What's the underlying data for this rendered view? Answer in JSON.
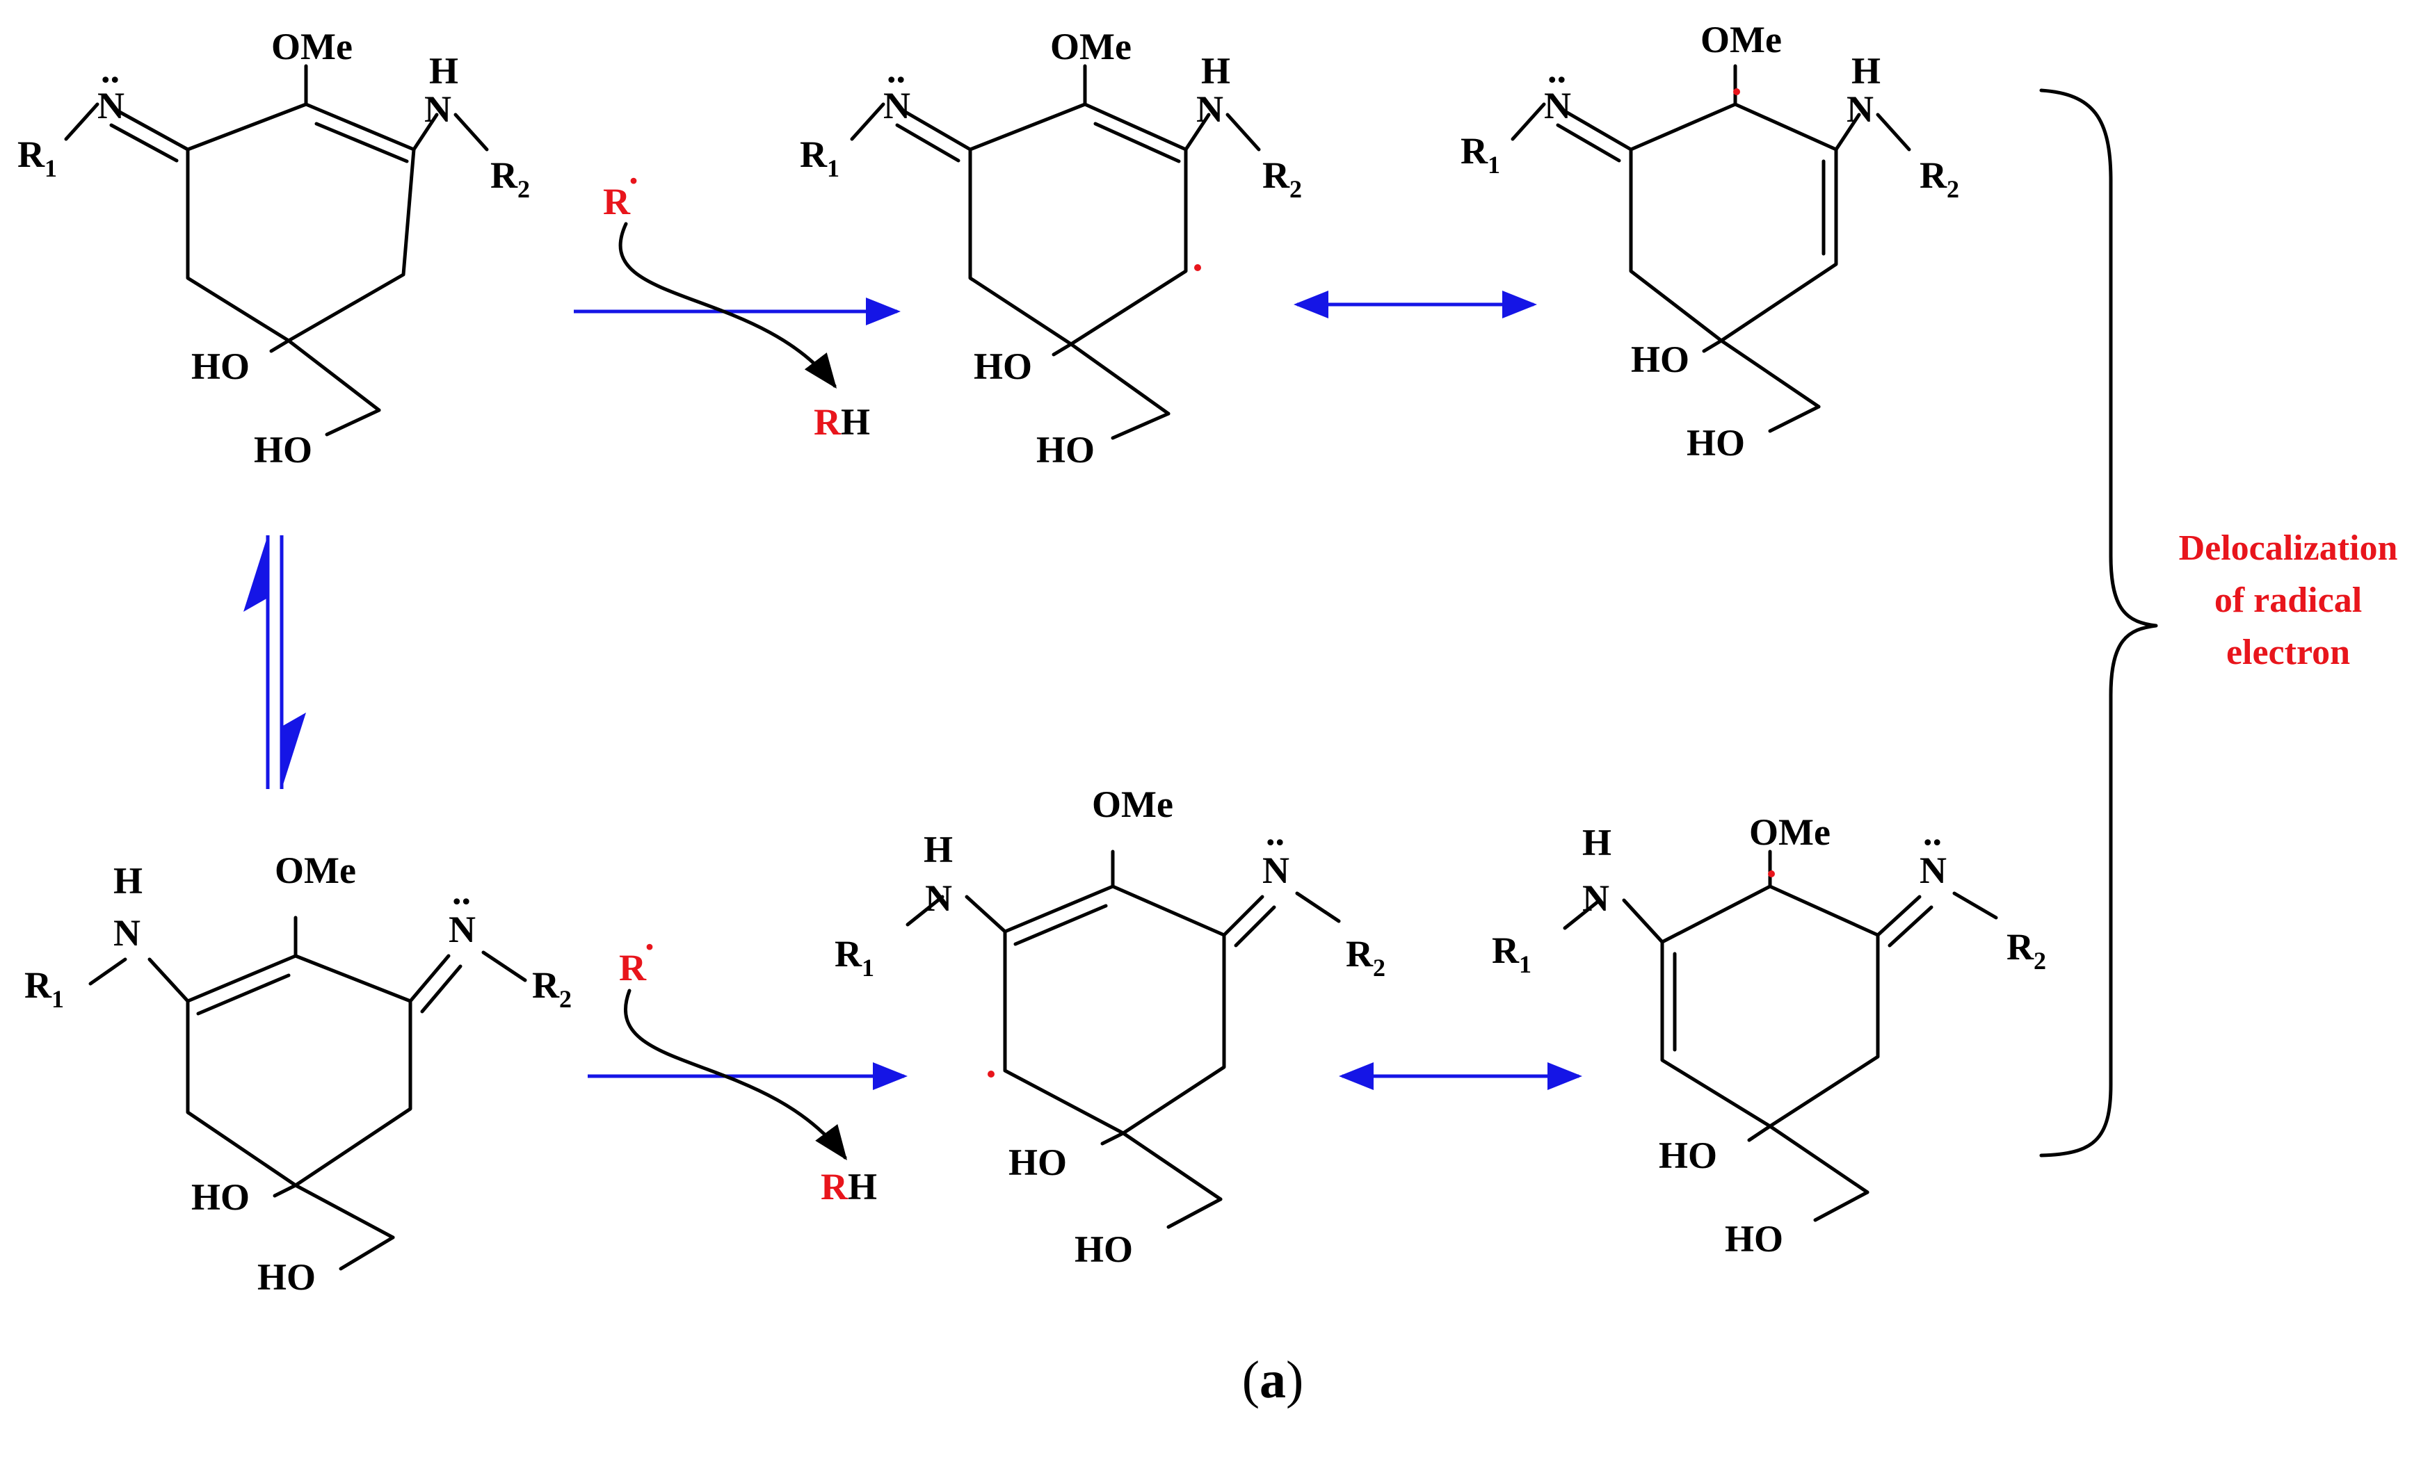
{
  "labels": {
    "ome": "OMe",
    "n": "N",
    "h": "H",
    "r": "R",
    "sub1": "1",
    "sub2": "2",
    "ho": "HO",
    "r_red": "R",
    "h_after_r": "H",
    "radical_dot": "·"
  },
  "annotation": {
    "line1": "Delocalization",
    "line2": "of radical",
    "line3": "electron"
  },
  "caption": {
    "open": "(",
    "letter": "a",
    "close": ")"
  },
  "colors": {
    "arrow_blue": "#1515e6",
    "radical_red": "#e8151c",
    "ink": "#000000"
  }
}
